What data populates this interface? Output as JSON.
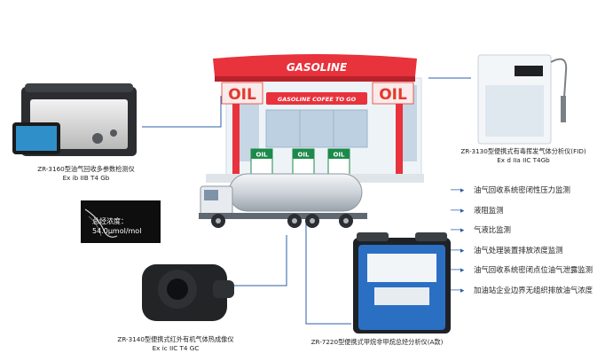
{
  "station": {
    "canopy_brand": "GASOLINE",
    "sign_left": "OIL",
    "sign_right": "OIL",
    "shop_sign": "GASOLINE COFEE TO GO",
    "pump_labels": [
      "OIL",
      "OIL",
      "OIL"
    ]
  },
  "instruments": {
    "zr3160": {
      "title": "ZR-3160型油气回收多参数检测仪",
      "rating": "Ex ib IIB T4 Gb"
    },
    "zr3130": {
      "title": "ZR-3130型便携式有毒挥发气体分析仪(FID)",
      "rating": "Ex d IIa IIC T4Gb"
    },
    "zr3140": {
      "title": "ZR-3140型便携式红外有机气体热成像仪",
      "rating": "Ex ic IIC T4 GC"
    },
    "zr7220": {
      "title": "ZR-7220型便携式甲烷非甲烷总烃分析仪(A款)"
    }
  },
  "thermal_readout": {
    "label": "总烃浓度：",
    "value": "54.0μmol/mol"
  },
  "applications": [
    "油气回收系统密闭性压力监测",
    "液阻监测",
    "气液比监测",
    "油气处理装置排放浓度监测",
    "油气回收系统密闭点位油气泄露监测",
    "加油站企业边界无组织排放油气浓度"
  ],
  "colors": {
    "connector": "#2b5fa8",
    "canopy_red": "#e8323c",
    "oil_red": "#e23a2e",
    "pump_green": "#1c8a4a",
    "tank": "#d8dde2"
  }
}
